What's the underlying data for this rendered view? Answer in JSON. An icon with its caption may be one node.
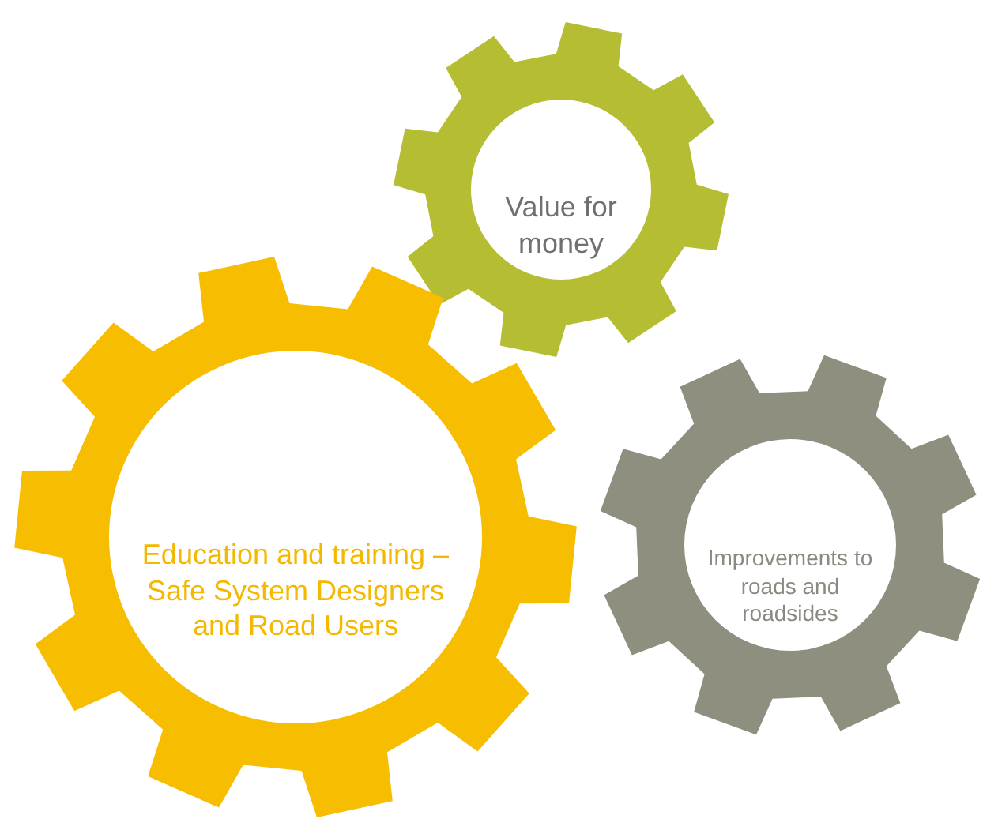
{
  "diagram": {
    "nodes": [
      {
        "text": [
          "Value for money"
        ]
      },
      {
        "text": [
          "Education and training – Safe System Designers and Road Users"
        ]
      },
      {
        "text": [
          "Improvements to roads and roadsides"
        ]
      }
    ]
  }
}
